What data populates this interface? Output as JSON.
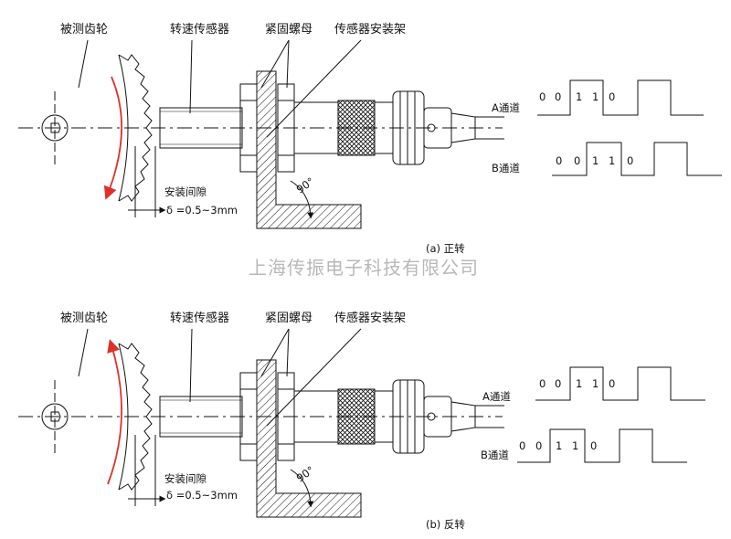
{
  "watermark": "上海传振电子科技有限公司",
  "panels": [
    {
      "caption": "(a) 正转",
      "labels": {
        "gear": "被测齿轮",
        "sensor": "转速传感器",
        "nut": "紧固螺母",
        "bracket": "传感器安装架",
        "gap": "安装间隙",
        "gap_value": "δ =0.5~3mm",
        "angle": "90°"
      },
      "channels": [
        {
          "name": "A通道",
          "bits": [
            "0",
            "0",
            "1",
            "1",
            "0"
          ]
        },
        {
          "name": "B通道",
          "bits": [
            "0",
            "0",
            "1",
            "1",
            "0"
          ]
        }
      ]
    },
    {
      "caption": "(b) 反转",
      "labels": {
        "gear": "被测齿轮",
        "sensor": "转速传感器",
        "nut": "紧固螺母",
        "bracket": "传感器安装架",
        "gap": "安装间隙",
        "gap_value": "δ =0.5~3mm",
        "angle": "90°"
      },
      "channels": [
        {
          "name": "A通道",
          "bits": [
            "0",
            "0",
            "1",
            "1",
            "0"
          ]
        },
        {
          "name": "B通道",
          "bits": [
            "0",
            "0",
            "1",
            "1",
            "0"
          ]
        }
      ]
    }
  ],
  "colors": {
    "arrow": "#e0302a",
    "line": "#111111",
    "watermark": "#b8b8b8"
  }
}
